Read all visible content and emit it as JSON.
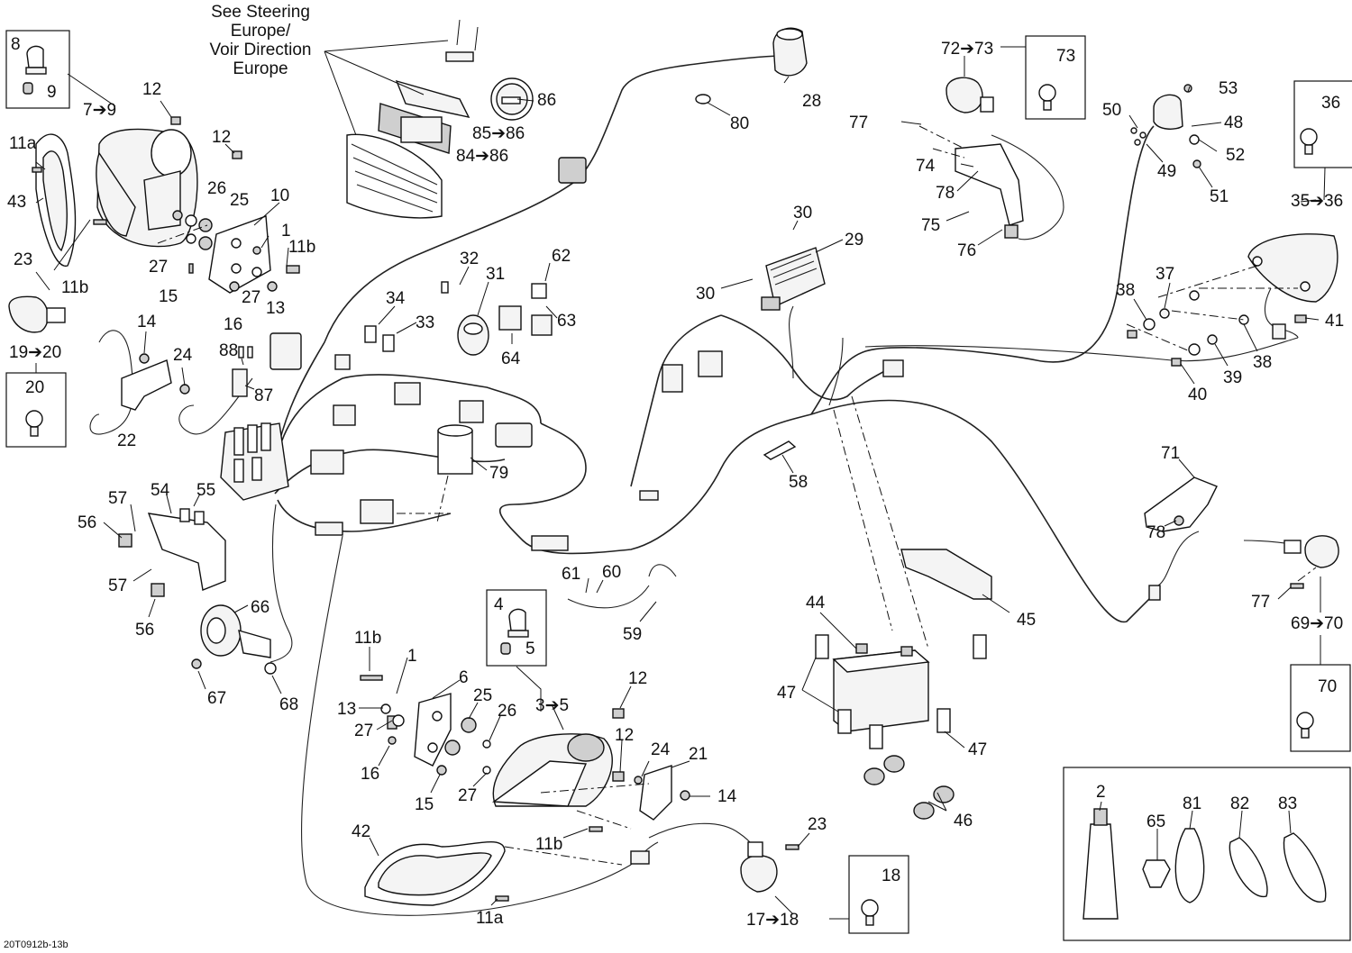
{
  "notes": {
    "steering_line1": "See Steering",
    "steering_line2": "Europe/",
    "steering_line3": "Voir Direction",
    "steering_line4": "Europe",
    "drawing_code": "20T0912b-13b"
  },
  "labels": {
    "l8": "8",
    "l9": "9",
    "l7to9": "7➔9",
    "l12a": "12",
    "l12b": "12",
    "l11a_top": "11a",
    "l43": "43",
    "l26a": "26",
    "l25a": "25",
    "l10": "10",
    "l1a": "1",
    "l11b_a": "11b",
    "l11b_b": "11b",
    "l27a": "27",
    "l15a": "15",
    "l27b": "27",
    "l13a": "13",
    "l16a": "16",
    "l23a": "23",
    "l19to20": "19➔20",
    "l20": "20",
    "l14a": "14",
    "l24a": "24",
    "l22": "22",
    "l86": "86",
    "l85to86": "85➔86",
    "l84to86": "84➔86",
    "l28": "28",
    "l80": "80",
    "l72to73": "72➔73",
    "l73": "73",
    "l77a": "77",
    "l74": "74",
    "l78a": "78",
    "l75": "75",
    "l76": "76",
    "l53": "53",
    "l50": "50",
    "l48": "48",
    "l52": "52",
    "l49": "49",
    "l51": "51",
    "l36": "36",
    "l35to36": "35➔36",
    "l30a": "30",
    "l29": "29",
    "l30b": "30",
    "l32": "32",
    "l31": "31",
    "l62": "62",
    "l63": "63",
    "l64": "64",
    "l34": "34",
    "l33": "33",
    "l88": "88",
    "l87": "87",
    "l79": "79",
    "l58": "58",
    "l37": "37",
    "l38a": "38",
    "l41": "41",
    "l38b": "38",
    "l39": "39",
    "l40": "40",
    "l54": "54",
    "l55": "55",
    "l57a": "57",
    "l56a": "56",
    "l57b": "57",
    "l56b": "56",
    "l66": "66",
    "l67": "67",
    "l68": "68",
    "l61": "61",
    "l60": "60",
    "l59": "59",
    "l4": "4",
    "l5": "5",
    "l3to5": "3➔5",
    "l11b_c": "11b",
    "l1b": "1",
    "l6": "6",
    "l13b": "13",
    "l25b": "25",
    "l27c": "27",
    "l26b": "26",
    "l16b": "16",
    "l15b": "15",
    "l27d": "27",
    "l12c": "12",
    "l12d": "12",
    "l24b": "24",
    "l21": "21",
    "l14b": "14",
    "l11b_d": "11b",
    "l42": "42",
    "l11a_bot": "11a",
    "l23b": "23",
    "l17to18": "17➔18",
    "l18": "18",
    "l44": "44",
    "l47a": "47",
    "l47b": "47",
    "l45": "45",
    "l46": "46",
    "l71": "71",
    "l78b": "78",
    "l77b": "77",
    "l69to70": "69➔70",
    "l70": "70",
    "l2": "2",
    "l65": "65",
    "l81": "81",
    "l82": "82",
    "l83": "83"
  }
}
